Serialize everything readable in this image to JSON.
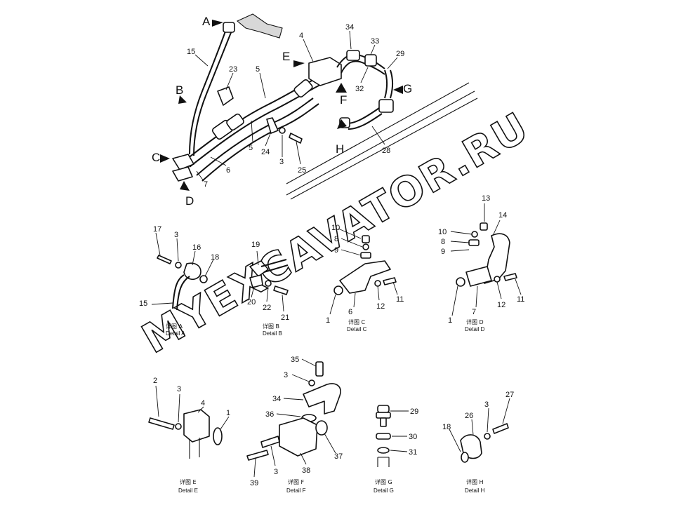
{
  "watermark": "MYEXCAVATOR.RU",
  "arrow_labels": [
    "A",
    "B",
    "C",
    "D",
    "E",
    "F",
    "G",
    "H"
  ],
  "details": [
    {
      "cn": "详图 A",
      "en": "Detail A"
    },
    {
      "cn": "详图 B",
      "en": "Detail B"
    },
    {
      "cn": "详图 C",
      "en": "Detail C"
    },
    {
      "cn": "详图 D",
      "en": "Detail D"
    },
    {
      "cn": "详图 E",
      "en": "Detail E"
    },
    {
      "cn": "详图 F",
      "en": "Detail F"
    },
    {
      "cn": "详图 G",
      "en": "Detail G"
    },
    {
      "cn": "详图 H",
      "en": "Detail H"
    }
  ],
  "callouts": {
    "main": [
      "15",
      "23",
      "5",
      "4",
      "34",
      "33",
      "29",
      "32",
      "5",
      "24",
      "3",
      "25",
      "6",
      "7",
      "28"
    ],
    "detail_a": [
      "17",
      "3",
      "16",
      "18",
      "15"
    ],
    "detail_b": [
      "19",
      "20",
      "22",
      "21"
    ],
    "detail_c": [
      "10",
      "8",
      "9",
      "1",
      "6",
      "12",
      "11"
    ],
    "detail_d": [
      "13",
      "14",
      "10",
      "8",
      "9",
      "1",
      "7",
      "12",
      "11"
    ],
    "detail_e": [
      "2",
      "3",
      "4",
      "1"
    ],
    "detail_f": [
      "35",
      "3",
      "34",
      "36",
      "37",
      "39",
      "3",
      "38"
    ],
    "detail_g": [
      "29",
      "30",
      "31"
    ],
    "detail_h": [
      "27",
      "3",
      "26",
      "18"
    ]
  }
}
